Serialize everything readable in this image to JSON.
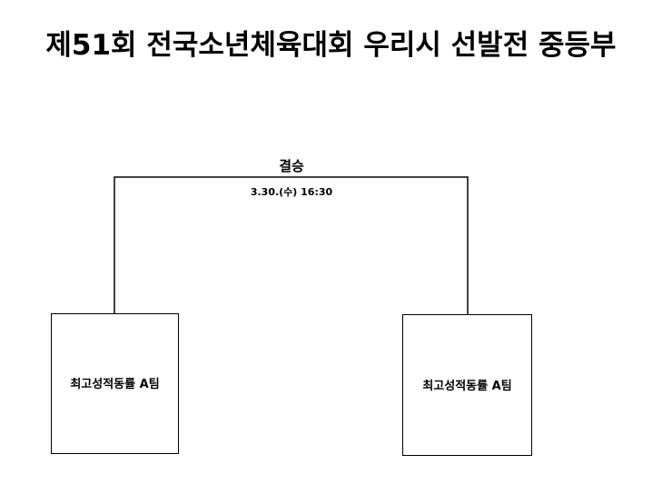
{
  "title": "제51회 전국소년체육대회 우리시 선발전 중등부",
  "final_match": {
    "label": "결승",
    "datetime": "3.30.(수) 16:30"
  },
  "teams": [
    {
      "name": "최고성적동률 A팀"
    },
    {
      "name": "최고성적동률 A팀"
    }
  ]
}
